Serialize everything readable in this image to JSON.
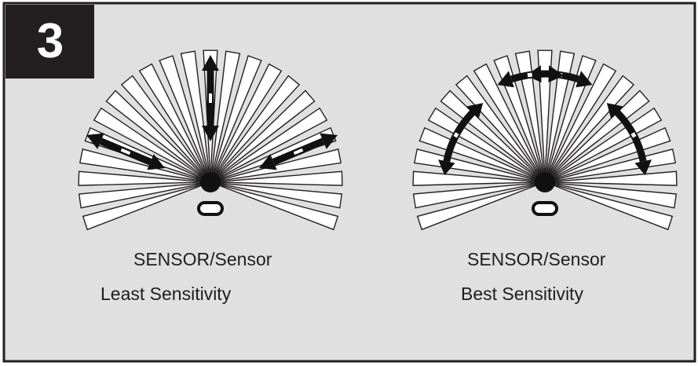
{
  "step_number": "3",
  "colors": {
    "frame": "#231f20",
    "panel_bg": "#e0e0e0",
    "badge_bg": "#231f20",
    "badge_text": "#ffffff",
    "beam_fill": "#ffffff",
    "beam_stroke": "#231f20",
    "arrow": "#111111"
  },
  "left_diagram": {
    "sensor_label": "SENSOR/Sensor",
    "sensitivity_label": "Least Sensitivity",
    "arrow_style": "straight-double-headed"
  },
  "right_diagram": {
    "sensor_label": "SENSOR/Sensor",
    "sensitivity_label": "Best Sensitivity",
    "arrow_style": "curved-double-headed"
  }
}
